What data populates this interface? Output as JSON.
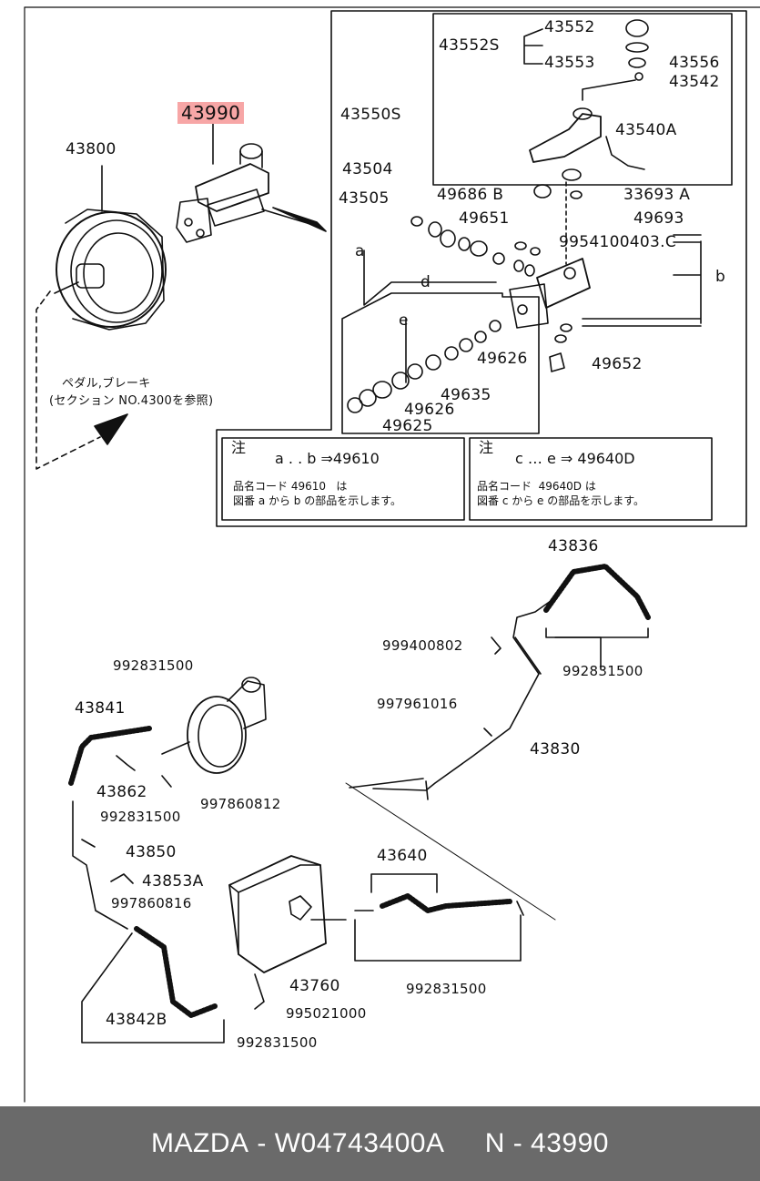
{
  "highlight_part": "43990",
  "labels": {
    "p43800": "43800",
    "p43552": "43552",
    "p43552S": "43552S",
    "p43553": "43553",
    "p43556": "43556",
    "p43542": "43542",
    "p43550S": "43550S",
    "p43540A": "43540A",
    "p43504": "43504",
    "p43505": "43505",
    "p49686B": "49686 B",
    "p33693A": "33693 A",
    "p49651": "49651",
    "p49693": "49693",
    "p9954100403C": "9954100403.C",
    "a": "a",
    "b": "b",
    "d": "d",
    "e": "e",
    "p49626a": "49626",
    "p49652": "49652",
    "p49635": "49635",
    "p49626b": "49626",
    "p49625": "49625",
    "ref_line1": "ペダル,ブレーキ",
    "ref_line2": "(セクション NO.4300を参照)",
    "p43836": "43836",
    "p999400802": "999400802",
    "p992831500a": "992831500",
    "p997961016": "997961016",
    "p43830": "43830",
    "p992831500b": "992831500",
    "p43841": "43841",
    "p43862": "43862",
    "p997860812": "997860812",
    "p992831500c": "992831500",
    "p43850": "43850",
    "p43853A": "43853A",
    "p997860816": "997860816",
    "p43640": "43640",
    "p43760": "43760",
    "p992831500d": "992831500",
    "p995021000": "995021000",
    "p43842B": "43842B",
    "p992831500e": "992831500"
  },
  "notes": {
    "left_head": "a . . b ⇒49610",
    "left_tag": "注",
    "left_body": "品名コード 49610   は\n図番 a から b の部品を示します。",
    "right_head": "c  … e ⇒ 49640D",
    "right_tag": "注",
    "right_body": "品名コード  49640D は\n図番 c から e の部品を示します。"
  },
  "footer": {
    "brand": "MAZDA",
    "part_code": "W04743400A",
    "number": "N - 43990"
  }
}
